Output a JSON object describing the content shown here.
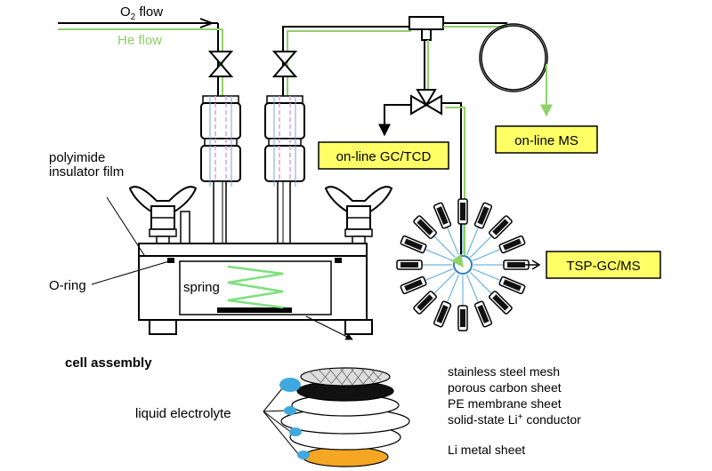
{
  "flows": {
    "o2_label": "O",
    "o2_sub": "2",
    "o2_suffix": " flow",
    "he_label": "He flow"
  },
  "labels": {
    "polyimide_line1": "polyimide",
    "polyimide_line2": "insulator film",
    "o_ring": "O-ring",
    "spring": "spring",
    "cell_assembly": "cell assembly",
    "liquid_electrolyte": "liquid electrolyte"
  },
  "boxes": {
    "gc_tcd": "on-line GC/TCD",
    "ms": "on-line MS",
    "tsp": "TSP-GC/MS"
  },
  "layers": [
    {
      "text": "stainless steel mesh"
    },
    {
      "text": "porous carbon sheet"
    },
    {
      "text": "PE membrane sheet"
    },
    {
      "text": "solid-state Li",
      "sup": "+",
      "suffix": " conductor"
    },
    {
      "text": "Li metal sheet"
    }
  ],
  "colors": {
    "he_line": "#8fd16a",
    "box_fill": "#ffff66",
    "droplet": "#3fa9df",
    "li_metal": "#f5a623",
    "radial_line": "#6fb4e0"
  }
}
